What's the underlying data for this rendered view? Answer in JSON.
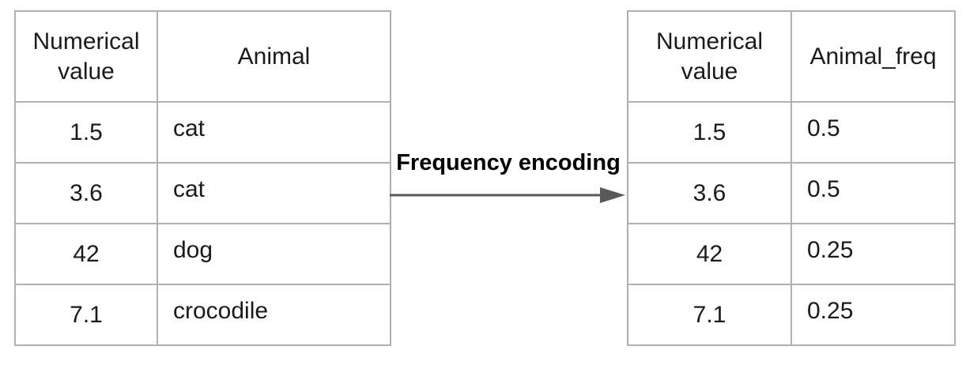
{
  "colors": {
    "border": "#b0b0b0",
    "arrow": "#595959",
    "text": "#1a1a1a",
    "label": "#000000",
    "background": "#ffffff"
  },
  "arrow": {
    "label": "Frequency encoding"
  },
  "left_table": {
    "columns": [
      "Numerical value",
      "Animal"
    ],
    "rows": [
      [
        "1.5",
        "cat"
      ],
      [
        "3.6",
        "cat"
      ],
      [
        "42",
        "dog"
      ],
      [
        "7.1",
        "crocodile"
      ]
    ]
  },
  "right_table": {
    "columns": [
      "Numerical value",
      "Animal_freq"
    ],
    "rows": [
      [
        "1.5",
        "0.5"
      ],
      [
        "3.6",
        "0.5"
      ],
      [
        "42",
        "0.25"
      ],
      [
        "7.1",
        "0.25"
      ]
    ]
  }
}
